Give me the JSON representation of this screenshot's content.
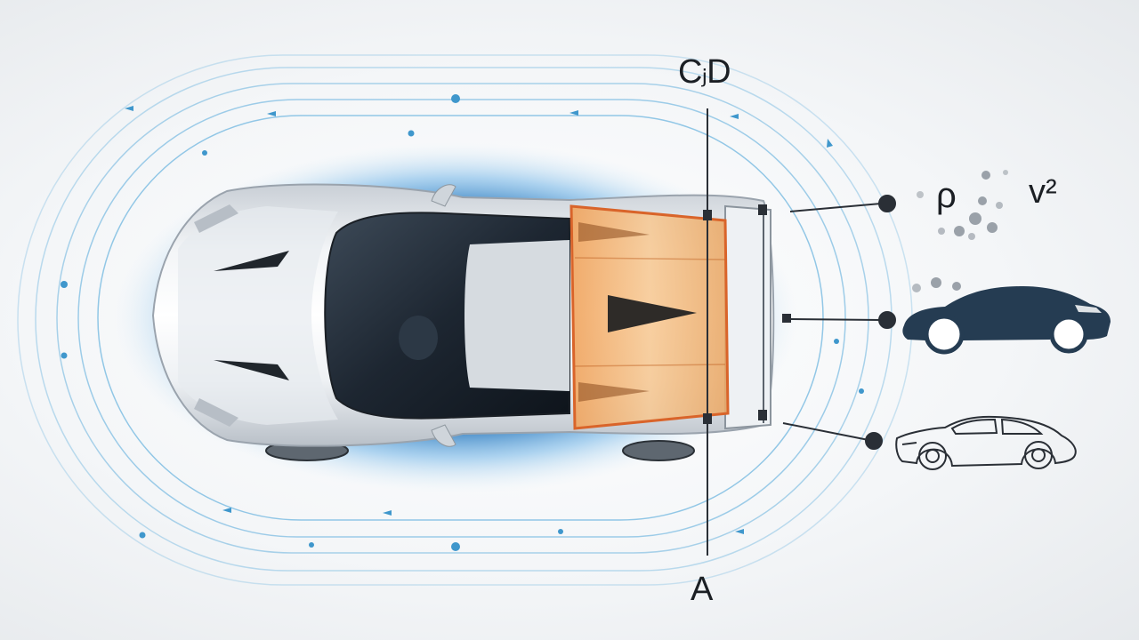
{
  "labels": {
    "drag_coefficient": "CⱼD",
    "frontal_area": "A",
    "air_density": "ρ",
    "velocity_squared": "v²"
  },
  "colors": {
    "airflow_lines": "#7fbde0",
    "aura_glow": "#1f6fb5",
    "car_body": "#dfe3e8",
    "area_highlight": "#f4a45a",
    "area_outline": "#d9642a",
    "icon_dark": "#253c52",
    "leader_lines": "#2a2f36"
  },
  "icons": [
    "car-top-view",
    "solid-car-icon",
    "outline-car-icon",
    "particle-dots"
  ]
}
